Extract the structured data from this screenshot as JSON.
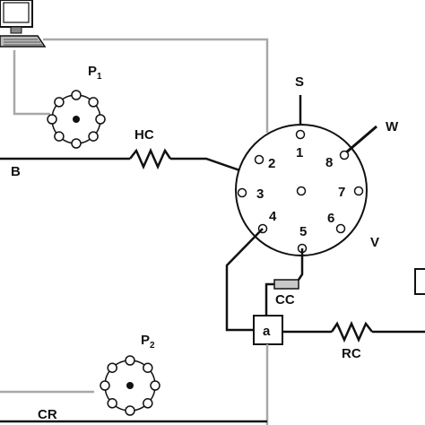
{
  "labels": {
    "p1": "P",
    "p1_sub": "1",
    "p2": "P",
    "p2_sub": "2",
    "hc": "HC",
    "b": "B",
    "s": "S",
    "w": "W",
    "v": "V",
    "cc": "CC",
    "rc": "RC",
    "a": "a",
    "cr": "CR"
  },
  "valve_ports": [
    "1",
    "2",
    "3",
    "4",
    "5",
    "6",
    "7",
    "8"
  ],
  "icons": {
    "computer": "computer-icon",
    "pump1": "pump-icon",
    "pump2": "pump-icon"
  }
}
